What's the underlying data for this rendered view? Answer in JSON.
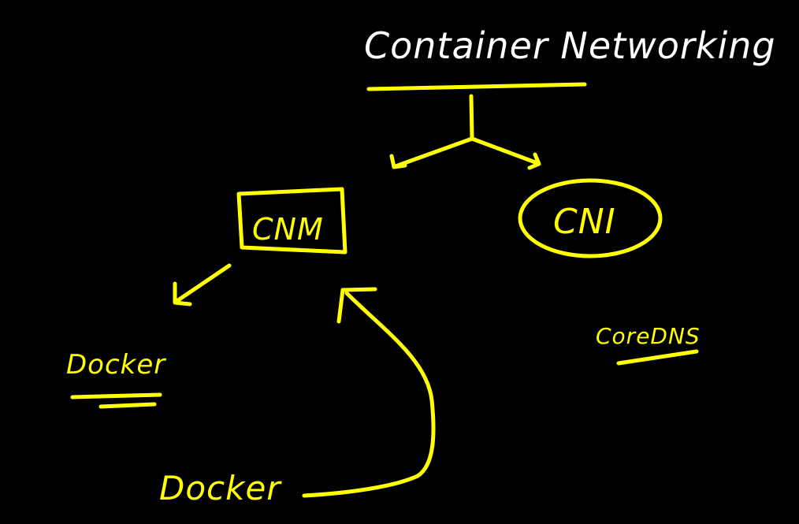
{
  "title": "Container Networking",
  "nodes": {
    "cnm": "CNM",
    "cni": "CNI"
  },
  "labels": {
    "docker_left": "Docker",
    "docker_bottom": "Docker",
    "coredns": "CoreDNS"
  },
  "colors": {
    "background": "#000000",
    "title_ink": "#ffffff",
    "pen": "#ffff00"
  }
}
